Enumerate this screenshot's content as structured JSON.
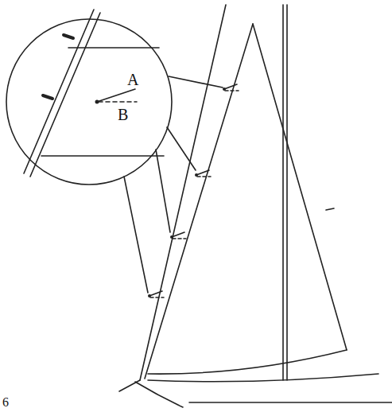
{
  "diagram": {
    "labels": [
      "A",
      "B",
      "6"
    ]
  }
}
